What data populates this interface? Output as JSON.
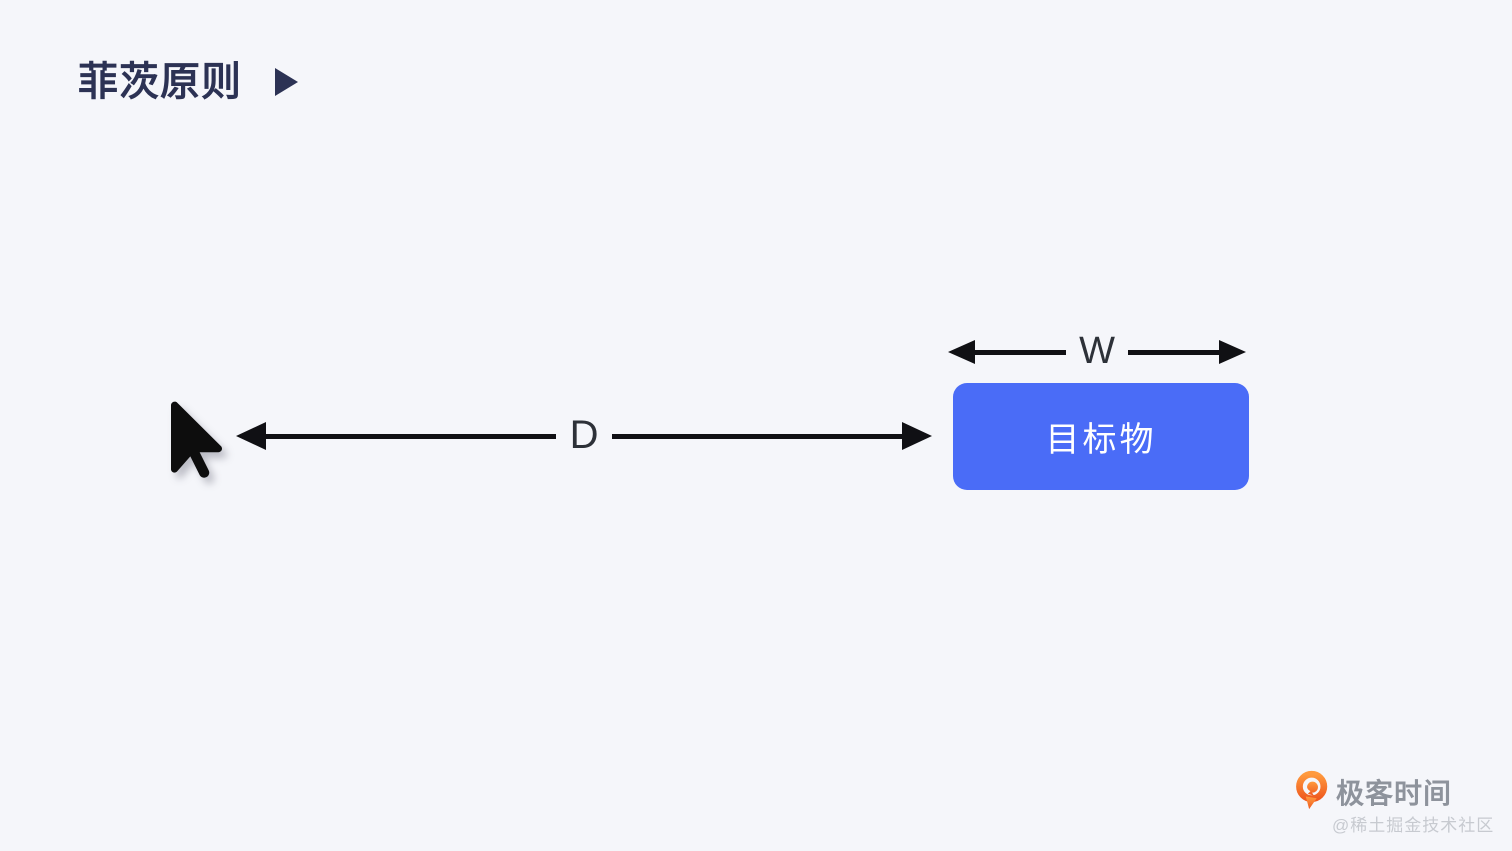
{
  "page": {
    "title": "菲茨原则",
    "title_color": "#2c3254",
    "background_color": "#f5f6fa"
  },
  "icons": {
    "title_marker": "play-triangle",
    "pointer": "mouse-cursor",
    "distance_arrow": "double-headed-arrow",
    "width_arrow": "double-headed-arrow",
    "logo": "geektime-logo"
  },
  "diagram": {
    "pointer_color": "#0d0d0d",
    "arrow_color": "#101014",
    "label_color": "#2d3138",
    "distance_label": "D",
    "width_label": "W",
    "target": {
      "label": "目标物",
      "fill_color": "#4a6cf7",
      "text_color": "#ffffff"
    }
  },
  "watermark": {
    "brand": "极客时间",
    "handle": "@稀土掘金技术社区",
    "brand_color": "#8e939c",
    "handle_color": "#c7cad0",
    "logo_gradient_start": "#ff9a3e",
    "logo_gradient_end": "#ef5a1f"
  }
}
